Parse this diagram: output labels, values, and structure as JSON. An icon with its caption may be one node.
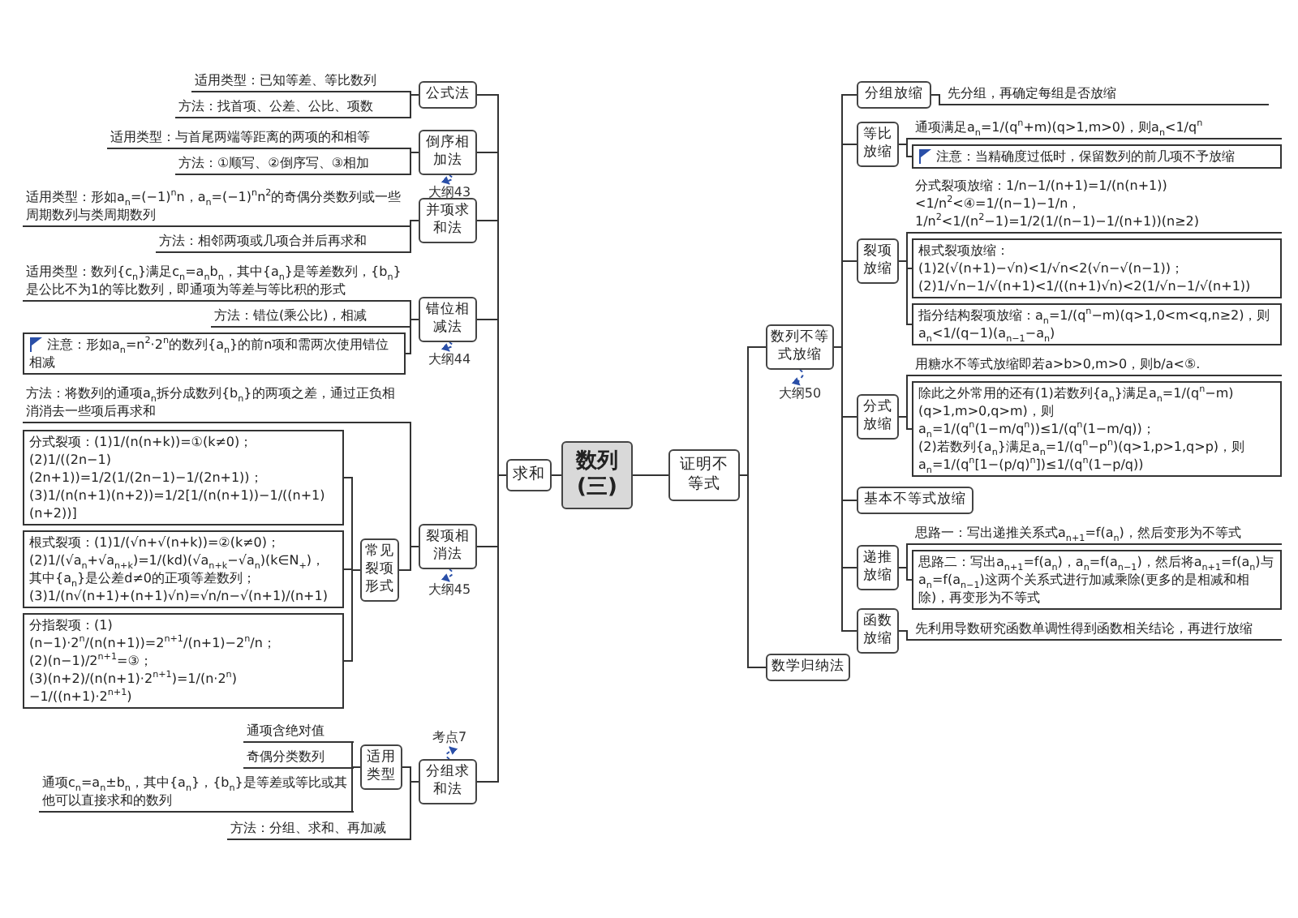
{
  "diagram": {
    "nodes": [
      {
        "text": [
          "数列(三)"
        ]
      },
      {
        "text": [
          "求和"
        ]
      },
      {
        "text": [
          "证明不等式"
        ]
      },
      {
        "text": [
          "公式法"
        ]
      },
      {
        "text": [
          "适用类型：已知等差、等比数列"
        ]
      },
      {
        "text": [
          "方法：找首项、公差、公比、项数"
        ]
      },
      {
        "text": [
          "倒序相加法"
        ]
      },
      {
        "text": [
          "适用类型：与首尾两端等距离的两项的和相等"
        ]
      },
      {
        "text": [
          "方法：①顺写、②倒序写、③相加"
        ]
      },
      {
        "text": [
          "大纲43"
        ]
      },
      {
        "text": [
          "并项求和法"
        ]
      },
      {
        "text": [
          "适用类型：形如a$_{n}$=(−1)$^{n}$n，a$_{n}$=(−1)$^{n}$n$^{2}$的奇偶分类数列或一些周期数列与类周期数列"
        ]
      },
      {
        "text": [
          "方法：相邻两项或几项合并后再求和"
        ]
      },
      {
        "text": [
          "错位相减法"
        ]
      },
      {
        "text": [
          "适用类型：数列{c$_{n}$}满足c$_{n}$=a$_{n}$b$_{n}$，其中{a$_{n}$}是等差数列，{b$_{n}$}是公比不为1的等比数列，即通项为等差与等比积的形式"
        ]
      },
      {
        "text": [
          "方法：错位(乘公比)，相减"
        ]
      },
      {
        "text": [
          "注意：形如a$_{n}$=n$^{2}$·2$^{n}$的数列{a$_{n}$}的前n项和需两次使用错位相减"
        ]
      },
      {
        "text": [
          "大纲44"
        ]
      },
      {
        "text": [
          "裂项相消法"
        ]
      },
      {
        "text": [
          "方法：将数列的通项a$_{n}$拆分成数列{b$_{n}$}的两项之差，通过正负相消消去一些项后再求和"
        ]
      },
      {
        "text": [
          "常见裂项形式"
        ]
      },
      {
        "text": [
          "分式裂项：(1)1/(n(n+k))=①(k≠0)；",
          "(2)1/((2n−1)(2n+1))=1/2(1/(2n−1)−1/(2n+1))；",
          "(3)1/(n(n+1)(n+2))=1/2[1/(n(n+1))−1/((n+1)(n+2))]"
        ]
      },
      {
        "text": [
          "根式裂项：(1)1/(√n+√(n+k))=②(k≠0)；",
          "(2)1/(√a$_{n}$+√a$_{n+k}$)=1/(kd)(√a$_{n+k}$−√a$_{n}$)(k∈N$_{+}$)，其中{a$_{n}$}是公差d≠0的正项等差数列；",
          "(3)1/(n√(n+1)+(n+1)√n)=√n/n−√(n+1)/(n+1)"
        ]
      },
      {
        "text": [
          "分指裂项：(1)(n−1)·2$^{n}$/(n(n+1))=2$^{n+1}$/(n+1)−2$^{n}$/n；",
          "(2)(n−1)/2$^{n+1}$=③；",
          "(3)(n+2)/(n(n+1)·2$^{n+1}$)=1/(n·2$^{n}$)−1/((n+1)·2$^{n+1}$)"
        ]
      },
      {
        "text": [
          "大纲45"
        ]
      },
      {
        "text": [
          "分组求和法"
        ]
      },
      {
        "text": [
          "考点7"
        ]
      },
      {
        "text": [
          "适用类型"
        ]
      },
      {
        "text": [
          "通项含绝对值"
        ]
      },
      {
        "text": [
          "奇偶分类数列"
        ]
      },
      {
        "text": [
          "通项c$_{n}$=a$_{n}$±b$_{n}$，其中{a$_{n}$}，{b$_{n}$}是等差或等比或其他可以直接求和的数列"
        ]
      },
      {
        "text": [
          "方法：分组、求和、再加减"
        ]
      },
      {
        "text": [
          "数列不等式放缩"
        ]
      },
      {
        "text": [
          "大纲50"
        ]
      },
      {
        "text": [
          "分组放缩"
        ]
      },
      {
        "text": [
          "先分组，再确定每组是否放缩"
        ]
      },
      {
        "text": [
          "等比放缩"
        ]
      },
      {
        "text": [
          "通项满足a$_{n}$=1/(q$^{n}$+m)(q>1,m>0)，则a$_{n}$<1/q$^{n}$"
        ]
      },
      {
        "text": [
          "注意：当精确度过低时，保留数列的前几项不予放缩"
        ]
      },
      {
        "text": [
          "裂项放缩"
        ]
      },
      {
        "text": [
          "分式裂项放缩：1/n−1/(n+1)=1/(n(n+1))<1/n$^{2}$<④=1/(n−1)−1/n，1/n$^{2}$<1/(n$^{2}$−1)=1/2(1/(n−1)−1/(n+1))(n≥2)"
        ]
      },
      {
        "text": [
          "根式裂项放缩：",
          "(1)2(√(n+1)−√n)<1/√n<2(√n−√(n−1))；",
          "(2)1/√n−1/√(n+1)<1/((n+1)√n)<2(1/√n−1/√(n+1))"
        ]
      },
      {
        "text": [
          "指分结构裂项放缩：a$_{n}$=1/(q$^{n}$−m)(q>1,0<m<q,n≥2)，则a$_{n}$<1/(q−1)(a$_{n−1}$−a$_{n}$)"
        ]
      },
      {
        "text": [
          "分式放缩"
        ]
      },
      {
        "text": [
          "用糖水不等式放缩即若a>b>0,m>0，则b/a<⑤."
        ]
      },
      {
        "text": [
          "除此之外常用的还有(1)若数列{a$_{n}$}满足a$_{n}$=1/(q$^{n}$−m)(q>1,m>0,q>m)，则a$_{n}$=1/(q$^{n}$(1−m/q$^{n}$))≤1/(q$^{n}$(1−m/q))；",
          "(2)若数列{a$_{n}$}满足a$_{n}$=1/(q$^{n}$−p$^{n}$)(q>1,p>1,q>p)，则a$_{n}$=1/(q$^{n}$[1−(p/q)$^{n}$])≤1/(q$^{n}$(1−p/q))"
        ]
      },
      {
        "text": [
          "基本不等式放缩"
        ]
      },
      {
        "text": [
          "递推放缩"
        ]
      },
      {
        "text": [
          "思路一：写出递推关系式a$_{n+1}$=f(a$_{n}$)，然后变形为不等式"
        ]
      },
      {
        "text": [
          "思路二：写出a$_{n+1}$=f(a$_{n}$)，a$_{n}$=f(a$_{n−1}$)，然后将a$_{n+1}$=f(a$_{n}$)与a$_{n}$=f(a$_{n−1}$)这两个关系式进行加减乘除(更多的是相减和相除)，再变形为不等式"
        ]
      },
      {
        "text": [
          "函数放缩"
        ]
      },
      {
        "text": [
          "先利用导数研究函数单调性得到函数相关结论，再进行放缩"
        ]
      },
      {
        "text": [
          "数学归纳法"
        ]
      }
    ],
    "edges": [
      {
        "from": 0,
        "to": 1,
        "arrow": "none"
      },
      {
        "from": 0,
        "to": 2,
        "arrow": "none"
      },
      {
        "from": 1,
        "to": 3,
        "arrow": "none"
      },
      {
        "from": 1,
        "to": 6,
        "arrow": "none"
      },
      {
        "from": 1,
        "to": 10,
        "arrow": "none"
      },
      {
        "from": 1,
        "to": 13,
        "arrow": "none"
      },
      {
        "from": 1,
        "to": 18,
        "arrow": "none"
      },
      {
        "from": 1,
        "to": 25,
        "arrow": "none"
      },
      {
        "from": 3,
        "to": 4,
        "arrow": "none"
      },
      {
        "from": 3,
        "to": 5,
        "arrow": "none"
      },
      {
        "from": 6,
        "to": 7,
        "arrow": "none"
      },
      {
        "from": 6,
        "to": 8,
        "arrow": "none"
      },
      {
        "from": 6,
        "to": 9,
        "arrow": "to",
        "style": "dashed",
        "color": "#2a4fa8"
      },
      {
        "from": 10,
        "to": 11,
        "arrow": "none"
      },
      {
        "from": 10,
        "to": 12,
        "arrow": "none"
      },
      {
        "from": 13,
        "to": 14,
        "arrow": "none"
      },
      {
        "from": 13,
        "to": 15,
        "arrow": "none"
      },
      {
        "from": 13,
        "to": 16,
        "arrow": "none"
      },
      {
        "from": 13,
        "to": 17,
        "arrow": "to",
        "style": "dashed",
        "color": "#2a4fa8"
      },
      {
        "from": 18,
        "to": 19,
        "arrow": "none"
      },
      {
        "from": 18,
        "to": 20,
        "arrow": "none"
      },
      {
        "from": 20,
        "to": 21,
        "arrow": "none"
      },
      {
        "from": 20,
        "to": 22,
        "arrow": "none"
      },
      {
        "from": 20,
        "to": 23,
        "arrow": "none"
      },
      {
        "from": 18,
        "to": 24,
        "arrow": "to",
        "style": "dashed",
        "color": "#2a4fa8"
      },
      {
        "from": 25,
        "to": 27,
        "arrow": "none"
      },
      {
        "from": 25,
        "to": 31,
        "arrow": "none"
      },
      {
        "from": 25,
        "to": 26,
        "arrow": "to",
        "style": "dashed",
        "color": "#2a4fa8"
      },
      {
        "from": 27,
        "to": 28,
        "arrow": "none"
      },
      {
        "from": 27,
        "to": 29,
        "arrow": "none"
      },
      {
        "from": 27,
        "to": 30,
        "arrow": "none"
      },
      {
        "from": 2,
        "to": 32,
        "arrow": "none"
      },
      {
        "from": 2,
        "to": 52,
        "arrow": "none"
      },
      {
        "from": 32,
        "to": 33,
        "arrow": "to",
        "style": "dashed",
        "color": "#2a4fa8"
      },
      {
        "from": 32,
        "to": 34,
        "arrow": "none"
      },
      {
        "from": 32,
        "to": 36,
        "arrow": "none"
      },
      {
        "from": 32,
        "to": 39,
        "arrow": "none"
      },
      {
        "from": 32,
        "to": 43,
        "arrow": "none"
      },
      {
        "from": 32,
        "to": 46,
        "arrow": "none"
      },
      {
        "from": 32,
        "to": 47,
        "arrow": "none"
      },
      {
        "from": 32,
        "to": 50,
        "arrow": "none"
      },
      {
        "from": 34,
        "to": 35,
        "arrow": "none"
      },
      {
        "from": 36,
        "to": 37,
        "arrow": "none"
      },
      {
        "from": 36,
        "to": 38,
        "arrow": "none"
      },
      {
        "from": 39,
        "to": 40,
        "arrow": "none"
      },
      {
        "from": 39,
        "to": 41,
        "arrow": "none"
      },
      {
        "from": 39,
        "to": 42,
        "arrow": "none"
      },
      {
        "from": 43,
        "to": 44,
        "arrow": "none"
      },
      {
        "from": 43,
        "to": 45,
        "arrow": "none"
      },
      {
        "from": 47,
        "to": 48,
        "arrow": "none"
      },
      {
        "from": 47,
        "to": 49,
        "arrow": "none"
      },
      {
        "from": 50,
        "to": 51,
        "arrow": "none"
      }
    ]
  }
}
